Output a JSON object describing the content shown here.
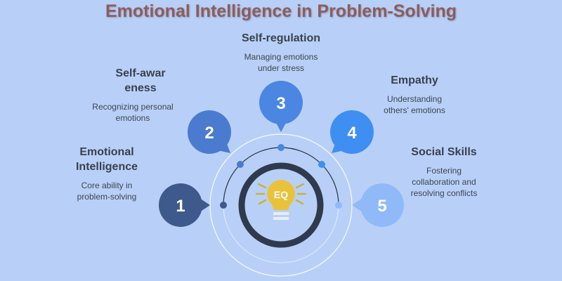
{
  "title": "Emotional Intelligence in Problem-Solving",
  "center_icon": {
    "name": "lightbulb-icon",
    "label": "EQ"
  },
  "colors": {
    "background": "#b8d0f8",
    "title": "#8e5c5c",
    "ring": "#2f3a4c",
    "bulb": "#e8c23a"
  },
  "steps": [
    {
      "number": "1",
      "title": "Emotional Intelligence",
      "description": "Core ability in problem-solving",
      "color": "#3e5a8c"
    },
    {
      "number": "2",
      "title": "Self-awareness",
      "description": "Recognizing personal emotions",
      "color": "#4a7bcf"
    },
    {
      "number": "3",
      "title": "Self-regulation",
      "description": "Managing emotions under stress",
      "color": "#4a86e2"
    },
    {
      "number": "4",
      "title": "Empathy",
      "description": "Understanding others' emotions",
      "color": "#3f8ef2"
    },
    {
      "number": "5",
      "title": "Social Skills",
      "description": "Fostering collaboration and resolving conflicts",
      "color": "#90b9f8"
    }
  ]
}
